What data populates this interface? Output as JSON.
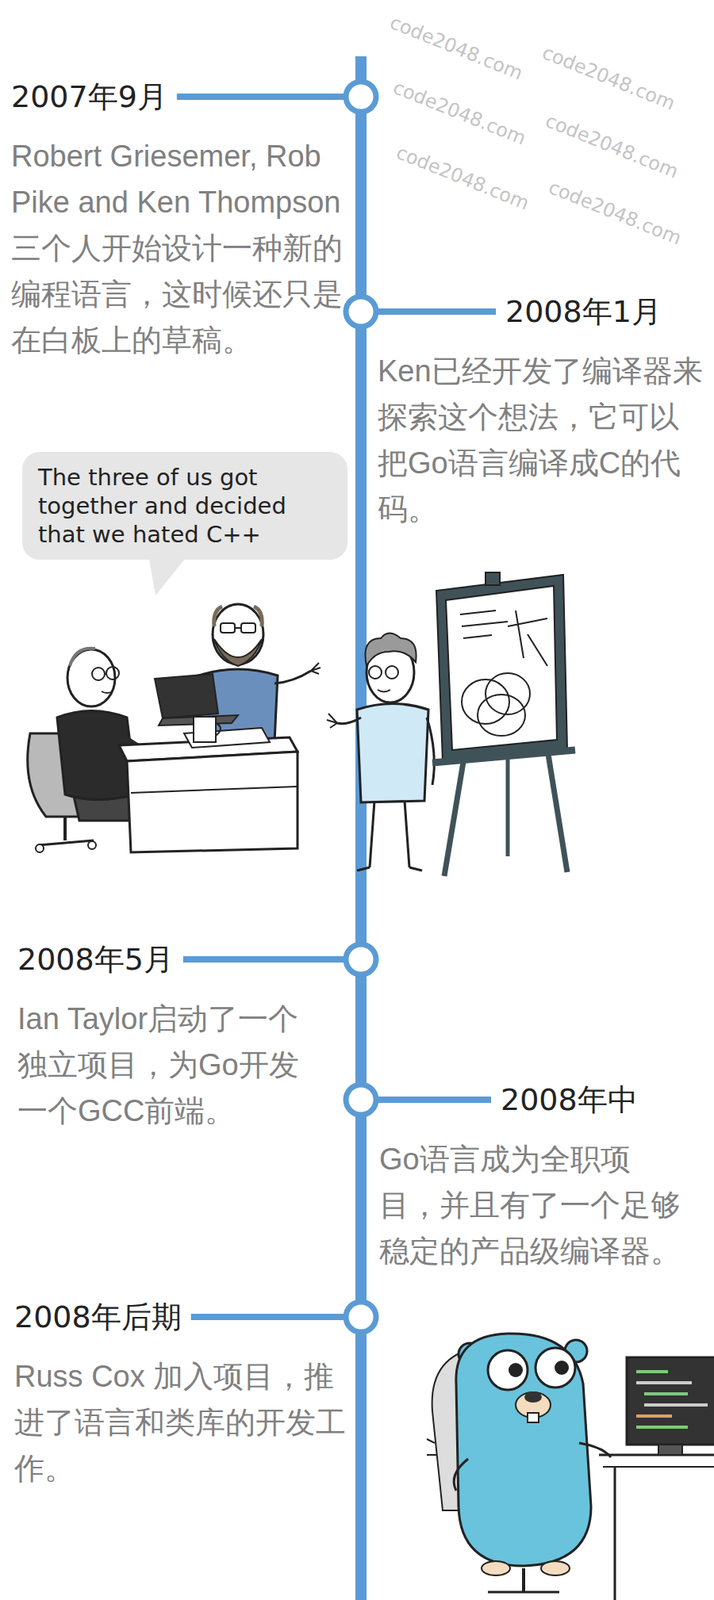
{
  "diagram": {
    "nodes": [
      {
        "text": [
          "2007年9月",
          "Robert Griesemer, Rob Pike and Ken Thompson 三个人开始设计一种新的编程语言，这时候还只是在白板上的草稿。"
        ]
      },
      {
        "text": [
          "2008年1月",
          "Ken已经开发了编译器来探索这个想法，它可以把Go语言编译成C的代码。"
        ]
      },
      {
        "text": [
          "The three of us got together and decided that we hated C++"
        ]
      },
      {
        "text": [
          "2008年5月",
          "Ian Taylor启动了一个独立项目，为Go开发一个GCC前端。"
        ]
      },
      {
        "text": [
          "2008年中",
          "Go语言成为全职项目，并且有了一个足够稳定的产品级编译器。"
        ]
      },
      {
        "text": [
          "2008年后期",
          "Russ Cox 加入项目，推进了语言和类库的开发工作。"
        ]
      }
    ],
    "labels": [
      "code2048.com",
      "code2048.com",
      "code2048.com",
      "code2048.com",
      "code2048.com",
      "code2048.com"
    ]
  }
}
